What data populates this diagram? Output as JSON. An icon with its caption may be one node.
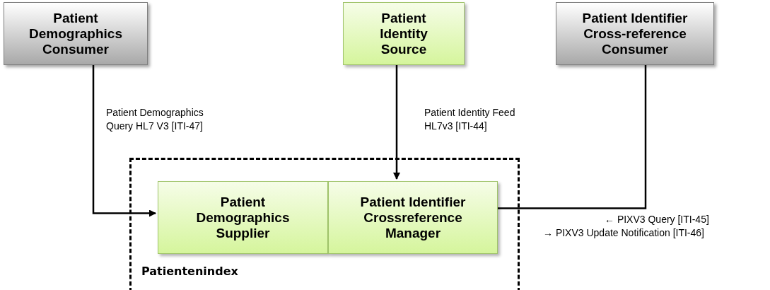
{
  "diagram": {
    "nodes": [
      {
        "text": [
          "Patient Demographics Consumer"
        ]
      },
      {
        "text": [
          "Patient Identity Source"
        ]
      },
      {
        "text": [
          "Patient Identifier Cross-reference Consumer"
        ]
      },
      {
        "text": [
          "Patientenindex"
        ]
      },
      {
        "text": [
          "Patient Demographics Supplier"
        ],
        "in": 3
      },
      {
        "text": [
          "Patient Identifier Crossreference Manager"
        ],
        "in": 3
      }
    ],
    "edges": [
      {
        "from": 0,
        "to": 4,
        "arrow": "to",
        "label": "Patient Demographics Query HL7 V3 [ITI-47]"
      },
      {
        "from": 1,
        "to": 5,
        "arrow": "to",
        "label": "Patient Identity Feed HL7v3 [ITI-44]"
      },
      {
        "from": 2,
        "to": 5,
        "arrow": "none",
        "label": "← PIXV3 Query [ITI-45] → PIXV3 Update Notification [ITI-46]"
      }
    ]
  }
}
